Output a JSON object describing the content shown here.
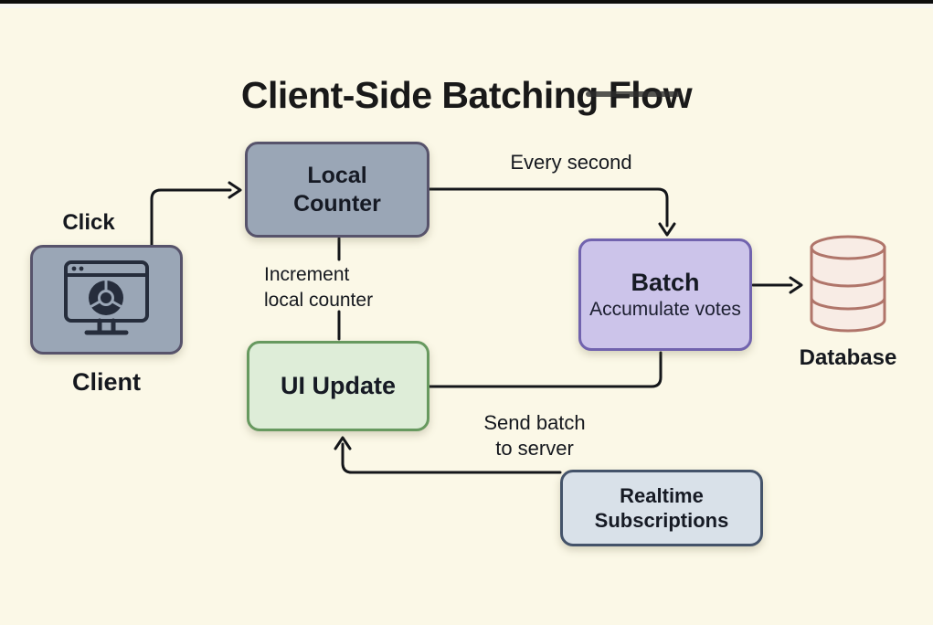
{
  "title": "Client-Side Batching Flow",
  "nodes": {
    "client": {
      "label": "Client"
    },
    "local_counter": {
      "label": "Local\nCounter"
    },
    "batch": {
      "title": "Batch",
      "subtitle": "Accumulate votes"
    },
    "ui_update": {
      "label": "UI Update"
    },
    "realtime": {
      "label": "Realtime\nSubscriptions"
    },
    "database": {
      "label": "Database"
    }
  },
  "edge_labels": {
    "click": "Click",
    "every_second": "Every second",
    "increment": "Increment\nlocal counter",
    "send_batch": "Send batch\nto server"
  },
  "colors": {
    "background": "#FBF8E7",
    "ink": "#15181E",
    "arrow": "#14161A",
    "top_bar": "#0D0D0D",
    "node_gray_fill": "#9AA6B6",
    "node_gray_border": "#57536B",
    "batch_fill": "#CCC4EA",
    "batch_border": "#7163AE",
    "green_fill": "#DEEDD8",
    "green_border": "#67995F",
    "blue_fill": "#D9E1E9",
    "blue_border": "#44536A",
    "db_fill": "#F8ECE5",
    "db_stroke": "#B0756A",
    "icon_ink": "#262D3C"
  }
}
